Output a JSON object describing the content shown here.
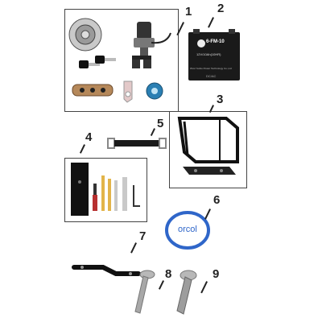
{
  "callouts": [
    "1",
    "2",
    "3",
    "4",
    "5",
    "6",
    "7",
    "8",
    "9"
  ],
  "battery": {
    "brand_label": "6-FM-10",
    "spec_label": "12V/10Ah(10HR)",
    "maker_label": "Wuxi Yanhe Power Technology Co.,Ltd",
    "caption_small": "DC/AC"
  },
  "oring": {
    "label": "orcol"
  },
  "colors": {
    "stroke": "#222222",
    "battery_case": "#1a1a1a",
    "oring_blue": "#2f66c9",
    "chrome": "#b8b8b8",
    "tool_yellow": "#e2b44a"
  }
}
